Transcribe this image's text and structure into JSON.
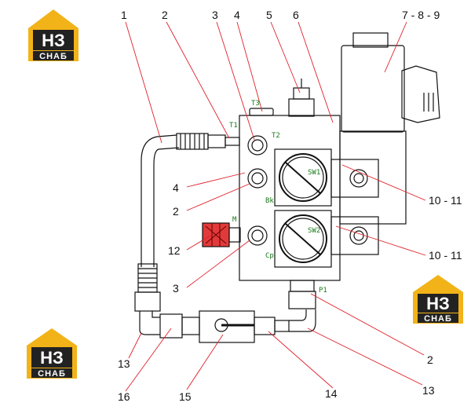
{
  "logo": {
    "mark": "НЗ",
    "sub": "СНАБ",
    "accent": "#f2b318",
    "dark": "#222222"
  },
  "callouts": {
    "c1": "1",
    "c2a": "2",
    "c3a": "3",
    "c4a": "4",
    "c5": "5",
    "c6": "6",
    "c789": "7 - 8 - 9",
    "c4b": "4",
    "c2b": "2",
    "c12": "12",
    "c3b": "3",
    "c1011a": "10 - 11",
    "c1011b": "10 - 11",
    "c2c": "2",
    "c13a": "13",
    "c16": "16",
    "c15": "15",
    "c14": "14",
    "c13b": "13"
  },
  "ports": {
    "t1": "T1",
    "t2": "T2",
    "t3": "T3",
    "bk": "Bk",
    "m": "M",
    "cp": "Cp",
    "sw1": "SW1",
    "sw2": "SW2",
    "p1": "P1"
  },
  "colors": {
    "leader": "#e0202a",
    "stroke": "#111111",
    "port_label": "#1a7a1a"
  }
}
